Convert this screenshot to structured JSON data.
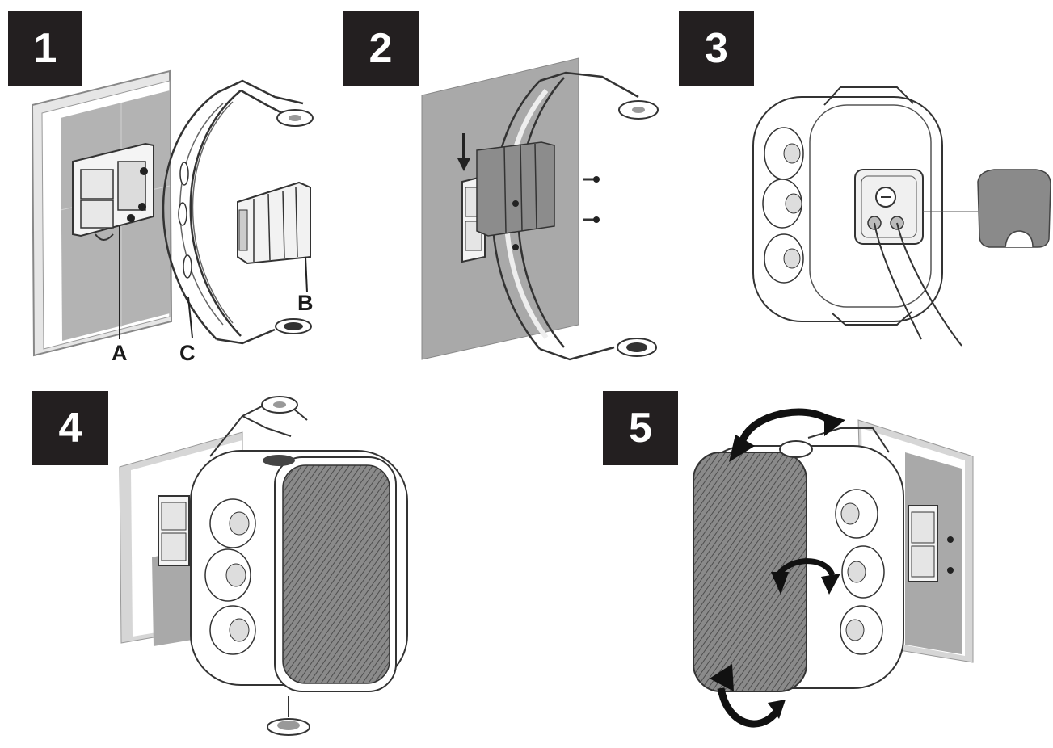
{
  "steps": [
    {
      "number": "1",
      "labels": {
        "a": "A",
        "b": "B",
        "c": "C"
      }
    },
    {
      "number": "2"
    },
    {
      "number": "3"
    },
    {
      "number": "4"
    },
    {
      "number": "5"
    }
  ],
  "colors": {
    "badge": "#231f20",
    "wall": "#a9a9a9",
    "wall_light": "#d8d8d8",
    "line": "#3a3a3a",
    "grille": "#6b6b6b"
  }
}
